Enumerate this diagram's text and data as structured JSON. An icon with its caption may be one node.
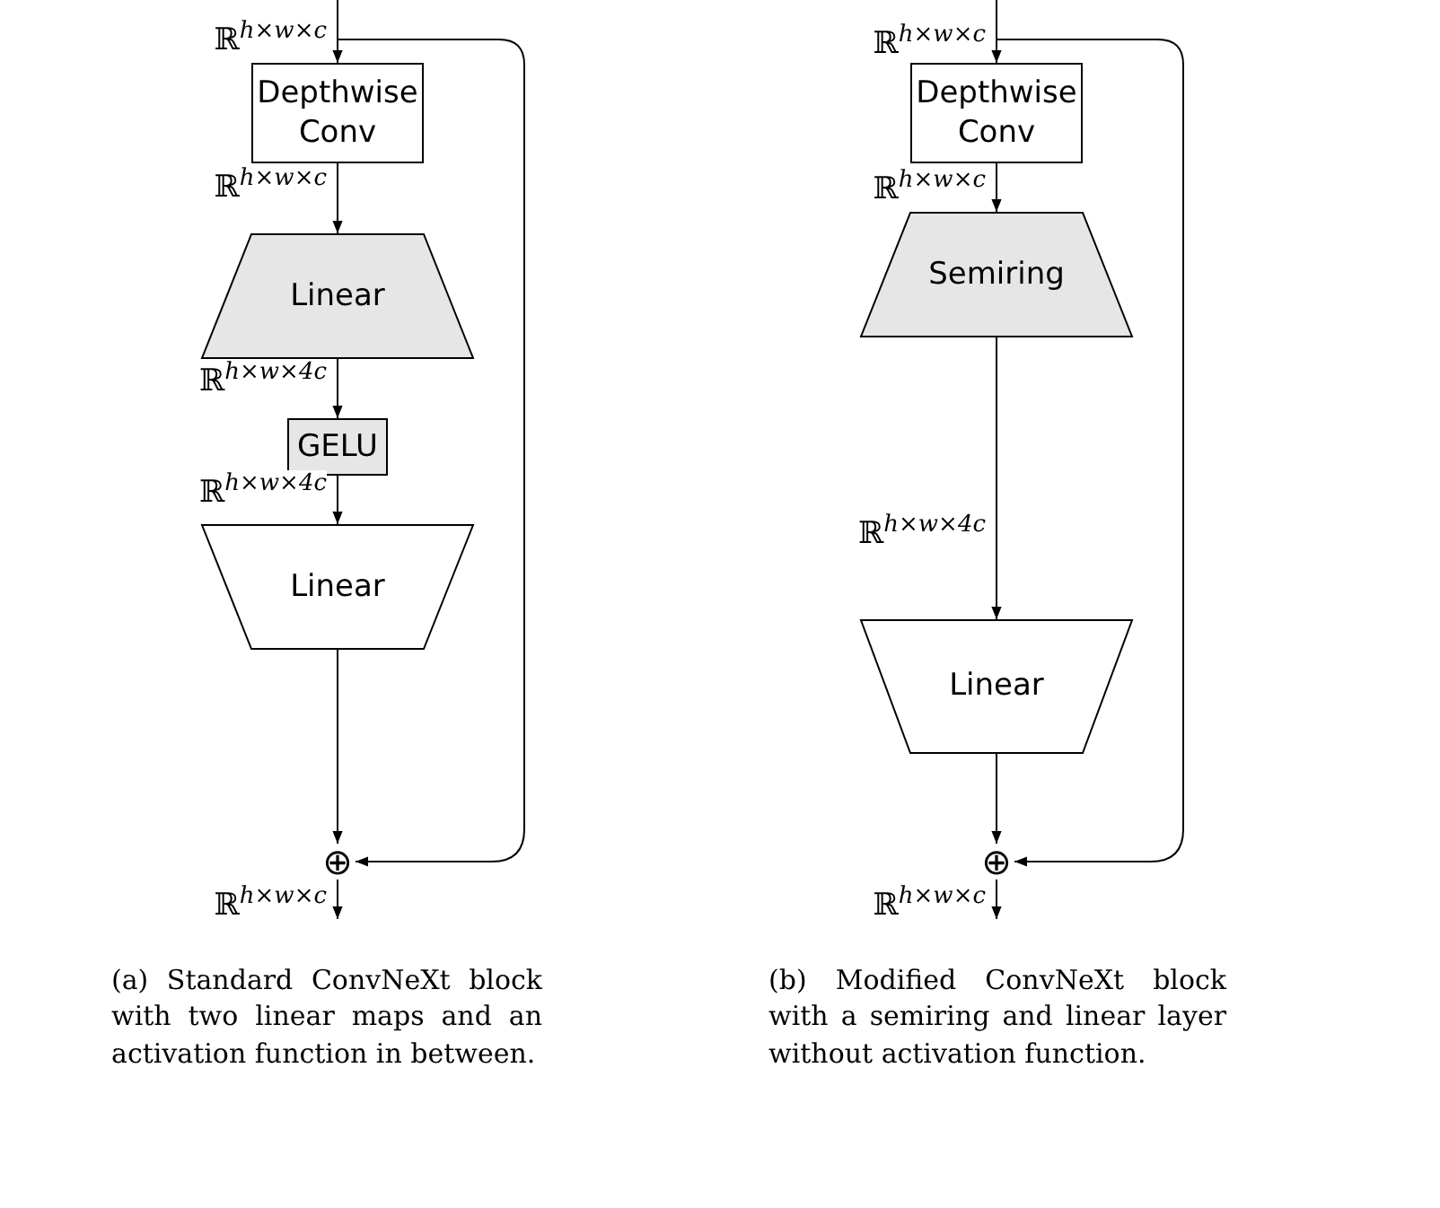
{
  "diagram": {
    "nodes": [
      {
        "text": [
          "Depthwise Conv"
        ]
      },
      {
        "text": [
          "Linear"
        ]
      },
      {
        "text": [
          "GELU"
        ]
      },
      {
        "text": [
          "Linear"
        ]
      },
      {
        "text": [
          "⊕"
        ]
      },
      {
        "text": [
          "Depthwise Conv"
        ]
      },
      {
        "text": [
          "Semiring"
        ]
      },
      {
        "text": [
          "Linear"
        ]
      },
      {
        "text": [
          "⊕"
        ]
      }
    ],
    "edges": [
      {
        "from": null,
        "to": 0,
        "arrow": "to",
        "label": "ℝ$^{h×w×c}$"
      },
      {
        "from": 0,
        "to": 1,
        "arrow": "to",
        "label": "ℝ$^{h×w×c}$"
      },
      {
        "from": 1,
        "to": 2,
        "arrow": "to",
        "label": "ℝ$^{h×w×4c}$"
      },
      {
        "from": 2,
        "to": 3,
        "arrow": "to",
        "label": "ℝ$^{h×w×4c}$"
      },
      {
        "from": 3,
        "to": 4,
        "arrow": "to"
      },
      {
        "from": null,
        "to": 4,
        "arrow": "to"
      },
      {
        "from": 4,
        "to": null,
        "arrow": "to",
        "label": "ℝ$^{h×w×c}$"
      },
      {
        "from": null,
        "to": 5,
        "arrow": "to",
        "label": "ℝ$^{h×w×c}$"
      },
      {
        "from": 5,
        "to": 6,
        "arrow": "to",
        "label": "ℝ$^{h×w×c}$"
      },
      {
        "from": 6,
        "to": 7,
        "arrow": "to",
        "label": "ℝ$^{h×w×4c}$"
      },
      {
        "from": 7,
        "to": 8,
        "arrow": "to"
      },
      {
        "from": null,
        "to": 8,
        "arrow": "to"
      },
      {
        "from": 8,
        "to": null,
        "arrow": "to",
        "label": "ℝ$^{h×w×c}$"
      }
    ],
    "labels": [
      "(a) Standard ConvNeXt block with two linear maps and an activation function in between.",
      "(b) Modified ConvNeXt block with a semiring and linear layer without activation function."
    ]
  }
}
